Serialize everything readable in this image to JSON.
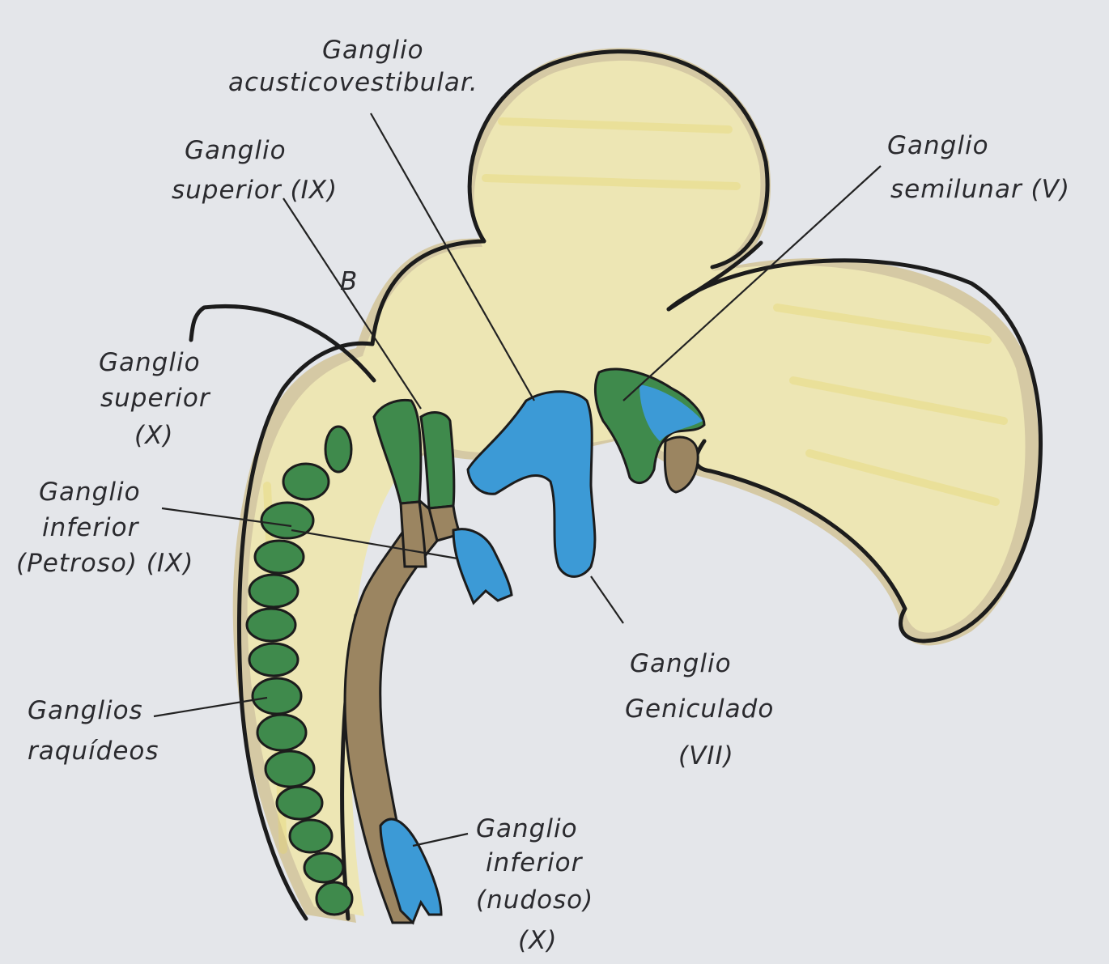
{
  "colors": {
    "paper": "#e4e6ea",
    "brain_fill": "#ece4b3",
    "brain_shadow": "#b59b55",
    "nerve_brown": "#9b8561",
    "ganglion_green": "#3f8a4c",
    "ganglion_blue": "#3c9ad6",
    "ink": "#1c1c1c"
  },
  "labels": {
    "acusticovestibular": [
      "Ganglio",
      "acusticovestibular."
    ],
    "superior_ix": [
      "Ganglio",
      "superior (IX)"
    ],
    "marker_b": "B",
    "superior_x": [
      "Ganglio",
      "superior",
      "(X)"
    ],
    "inferior_petroso": [
      "Ganglio",
      "inferior",
      "(Petroso) (IX)"
    ],
    "raquideos": [
      "Ganglios",
      "raquídeos"
    ],
    "semilunar": [
      "Ganglio",
      "semilunar (V)"
    ],
    "geniculado": [
      "Ganglio",
      "Geniculado",
      "(VII)"
    ],
    "inferior_nudoso": [
      "Ganglio",
      "inferior",
      "(nudoso)",
      "(X)"
    ]
  }
}
